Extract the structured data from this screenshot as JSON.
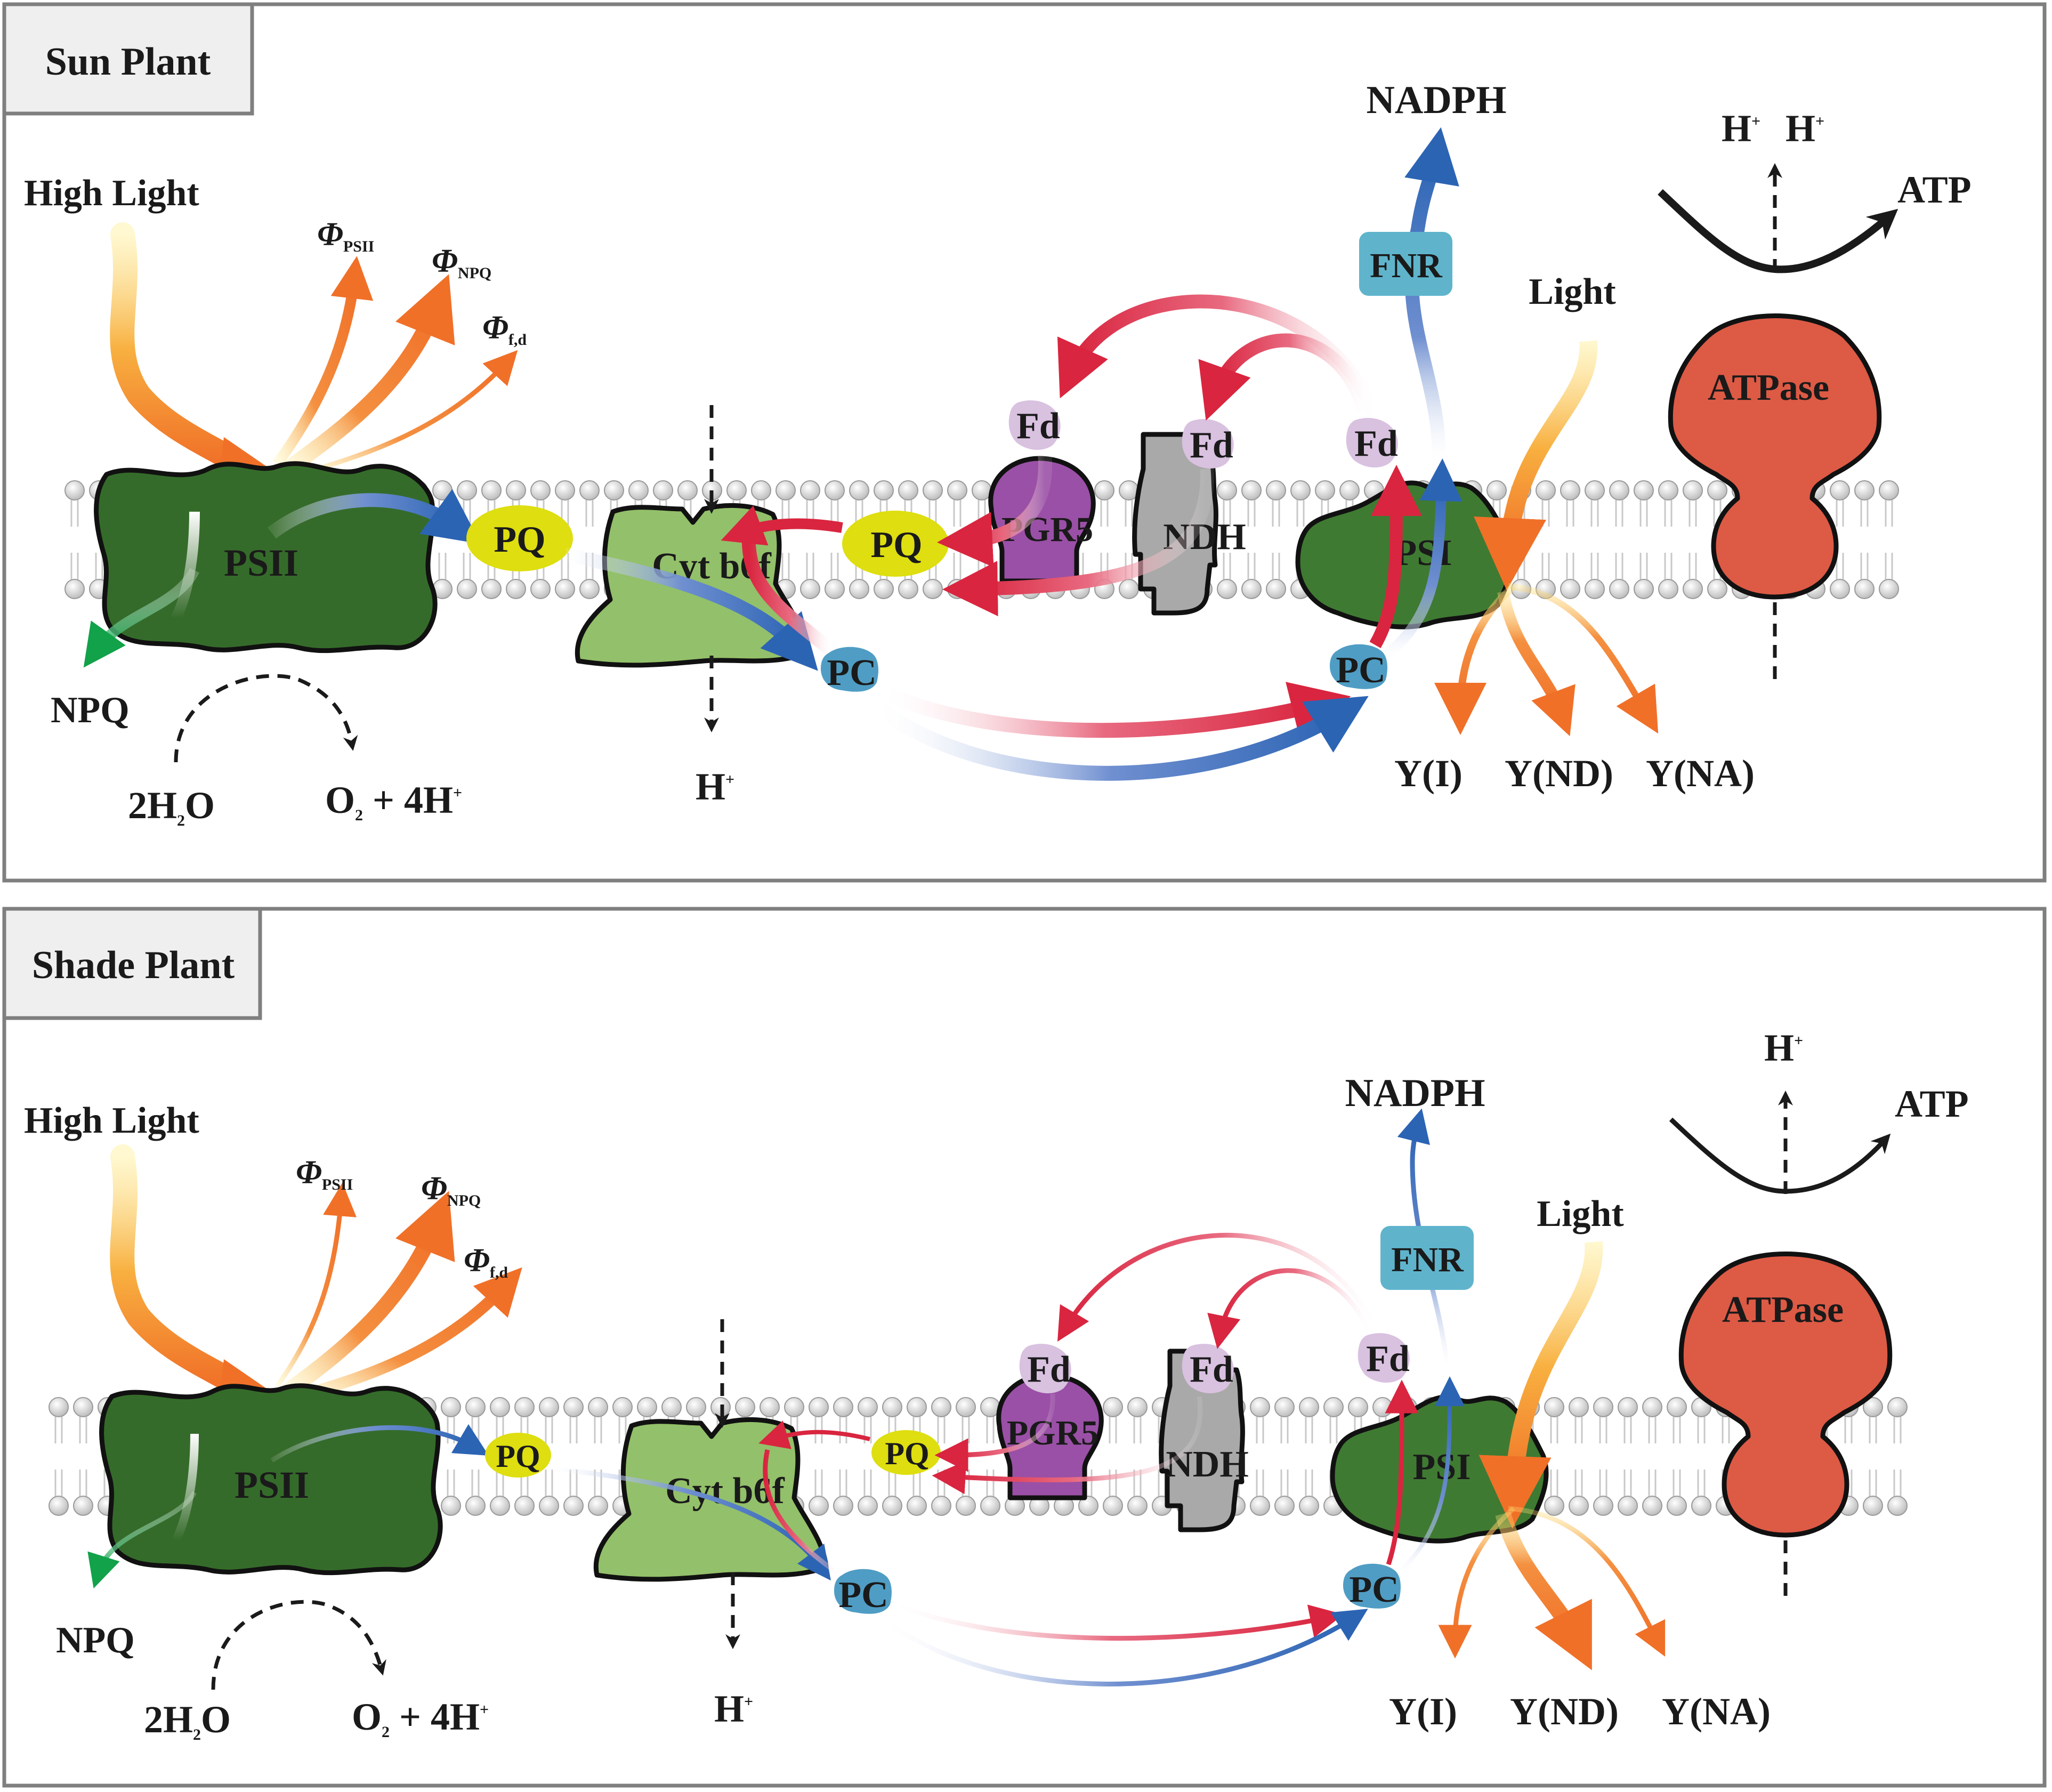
{
  "panels": [
    {
      "title": "Sun Plant",
      "high_light": "High Light",
      "phi_psii": "Φ",
      "phi_psii_sub": "PSII",
      "phi_npq": "Φ",
      "phi_npq_sub": "NPQ",
      "phi_fd": "Φ",
      "phi_fd_sub": "f,d",
      "psii": "PSII",
      "npq": "NPQ",
      "water": "2H",
      "water_sub": "2",
      "water_tail": "O",
      "oxygen": "O",
      "oxygen_sub": "2",
      "oxygen_tail": " + 4H",
      "oxygen_sup": "+",
      "pq_left": "PQ",
      "pq_right": "PQ",
      "cyt": "Cyt b6f",
      "h_cyt": "H",
      "h_cyt_sup": "+",
      "pc_left": "PC",
      "pc_right": "PC",
      "fd_pgr5": "Fd",
      "pgr5": "PGR5",
      "fd_ndh": "Fd",
      "ndh": "NDH",
      "fd_psi": "Fd",
      "psi": "PSI",
      "fnr": "FNR",
      "nadph": "NADPH",
      "light": "Light",
      "yi": "Y(I)",
      "ynd": "Y(ND)",
      "yna": "Y(NA)",
      "atpase": "ATPase",
      "atp": "ATP",
      "h_atp_1": "H",
      "h_atp_1_sup": "+",
      "h_atp_2": "H",
      "h_atp_2_sup": "+"
    },
    {
      "title": "Shade Plant",
      "high_light": "High Light",
      "phi_psii": "Φ",
      "phi_psii_sub": "PSII",
      "phi_npq": "Φ",
      "phi_npq_sub": "NPQ",
      "phi_fd": "Φ",
      "phi_fd_sub": "f,d",
      "psii": "PSII",
      "npq": "NPQ",
      "water": "2H",
      "water_sub": "2",
      "water_tail": "O",
      "oxygen": "O",
      "oxygen_sub": "2",
      "oxygen_tail": " + 4H",
      "oxygen_sup": "+",
      "pq_left": "PQ",
      "pq_right": "PQ",
      "cyt": "Cyt b6f",
      "h_cyt": "H",
      "h_cyt_sup": "+",
      "pc_left": "PC",
      "pc_right": "PC",
      "fd_pgr5": "Fd",
      "pgr5": "PGR5",
      "fd_ndh": "Fd",
      "ndh": "NDH",
      "fd_psi": "Fd",
      "psi": "PSI",
      "fnr": "FNR",
      "nadph": "NADPH",
      "light": "Light",
      "yi": "Y(I)",
      "ynd": "Y(ND)",
      "yna": "Y(NA)",
      "atpase": "ATPase",
      "atp": "ATP",
      "h_atp_1": "H",
      "h_atp_1_sup": "+"
    }
  ],
  "colors": {
    "psii": "#356b2a",
    "psi": "#3f7a32",
    "cyt": "#93c06a",
    "pq": "#dede10",
    "pc": "#4f9dc4",
    "fd": "#d9c1e0",
    "pgr5": "#9a50a6",
    "ndh": "#a9a9a9",
    "fnr": "#5fb4cc",
    "atpase": "#dd5a45",
    "orange": "#f07028",
    "red": "#d9253f",
    "blue": "#2c64b4",
    "green": "#12a24a"
  },
  "icons": [
    "arrow-icon",
    "membrane-icon"
  ]
}
